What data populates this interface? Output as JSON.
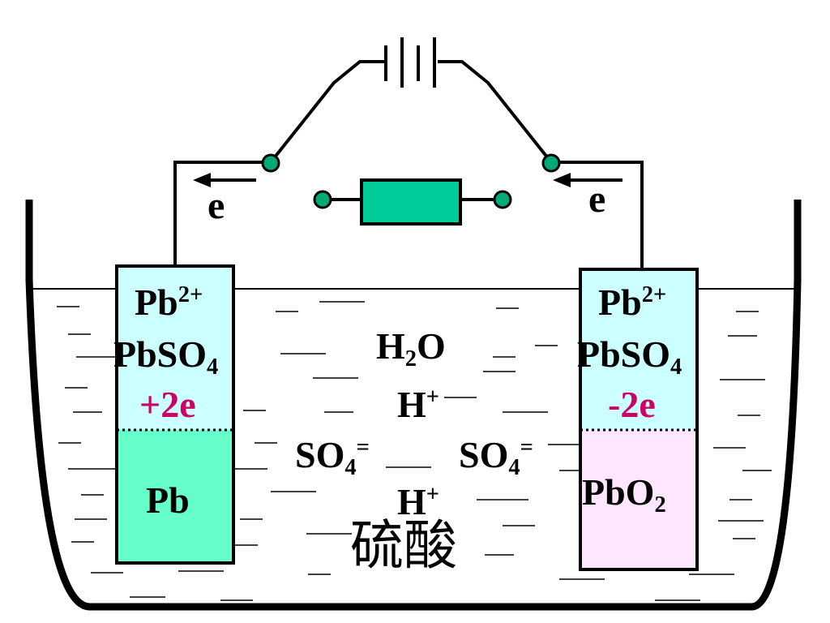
{
  "electron_left": "e",
  "electron_right": "e",
  "anode": {
    "ion": "Pb",
    "ion_charge": "2+",
    "salt": "PbSO",
    "salt_sub": "4",
    "electrons": "+2e",
    "metal": "Pb"
  },
  "cathode": {
    "ion": "Pb",
    "ion_charge": "2+",
    "salt": "PbSO",
    "salt_sub": "4",
    "electrons": "-2e",
    "oxide": "PbO",
    "oxide_sub": "2"
  },
  "solution": {
    "water": {
      "h": "H",
      "sub": "2",
      "o": "O"
    },
    "proton_top": {
      "text": "H",
      "charge": "+"
    },
    "proton_bottom": {
      "text": "H",
      "charge": "+"
    },
    "sulfate_left": {
      "text": "SO",
      "sub": "4",
      "charge": "="
    },
    "sulfate_right": {
      "text": "SO",
      "sub": "4",
      "charge": "="
    },
    "name": "硫酸"
  },
  "colors": {
    "resistor": "#00cc99",
    "terminal": "#00aa77",
    "electrode_top": "#ccffff",
    "lead_fill": "#66ffcc",
    "oxide_fill": "#ffe6ff",
    "electron_pink": "#cc0066"
  }
}
